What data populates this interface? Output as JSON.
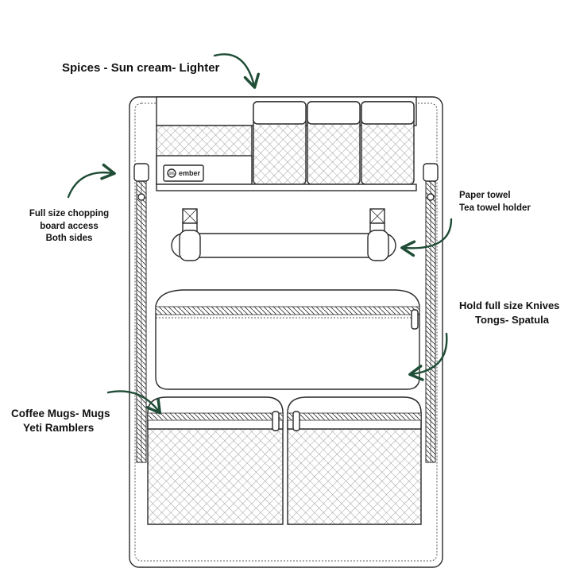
{
  "brand": {
    "name": "ember"
  },
  "colors": {
    "arrow": "#1f4d36",
    "outline": "#2a2a2a",
    "background": "#ffffff"
  },
  "callouts": {
    "spices": {
      "lines": [
        "Spices - Sun cream- Lighter"
      ]
    },
    "chopping": {
      "lines": [
        "Full size chopping",
        "board access",
        "Both sides"
      ]
    },
    "paper_towel": {
      "lines": [
        "Paper towel",
        "Tea towel holder"
      ]
    },
    "knives": {
      "lines": [
        "Hold full size Knives",
        "Tongs- Spatula"
      ]
    },
    "mugs": {
      "lines": [
        "Coffee Mugs- Mugs",
        "Yeti Ramblers"
      ]
    }
  }
}
